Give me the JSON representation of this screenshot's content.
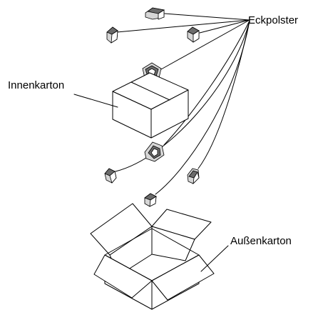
{
  "labels": {
    "corner_pads": "Eckpolster",
    "inner_box": "Innenkarton",
    "outer_box": "Außenkarton"
  }
}
